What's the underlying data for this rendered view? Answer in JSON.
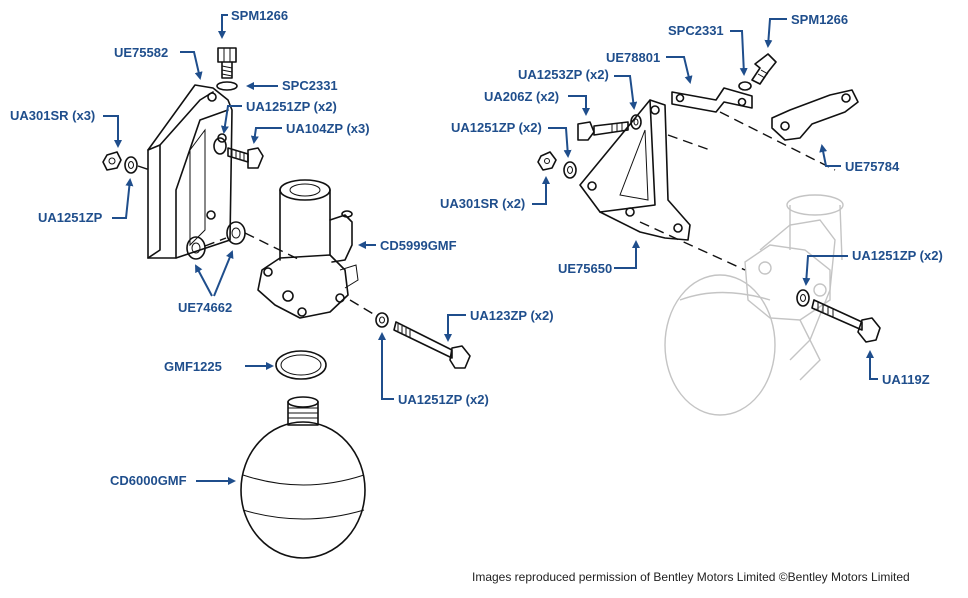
{
  "diagram": {
    "accent_color": "#1f4e8c",
    "left_assembly": {
      "labels": {
        "spm1266": "SPM1266",
        "ue75582": "UE75582",
        "spc2331": "SPC2331",
        "ua1251zp_x2_top": "UA1251ZP (x2)",
        "ua301sr_x3": "UA301SR (x3)",
        "ua104zp_x3": "UA104ZP (x3)",
        "ua1251zp": "UA1251ZP",
        "cd5999gmf": "CD5999GMF",
        "ue74662": "UE74662",
        "ua123zp_x2": "UA123ZP (x2)",
        "gmf1225": "GMF1225",
        "ua1251zp_x2_bottom": "UA1251ZP (x2)",
        "cd6000gmf": "CD6000GMF"
      }
    },
    "right_assembly": {
      "labels": {
        "spc2331": "SPC2331",
        "spm1266": "SPM1266",
        "ue78801": "UE78801",
        "ua1253zp_x2": "UA1253ZP (x2)",
        "ua206z_x2": "UA206Z (x2)",
        "ua1251zp_x2_left": "UA1251ZP (x2)",
        "ua301sr_x2": "UA301SR (x2)",
        "ue75784": "UE75784",
        "ue75650": "UE75650",
        "ua1251zp_x2_right": "UA1251ZP (x2)",
        "ua119z": "UA119Z"
      }
    },
    "copyright": "Images reproduced permission of Bentley Motors Limited ©Bentley Motors Limited"
  }
}
